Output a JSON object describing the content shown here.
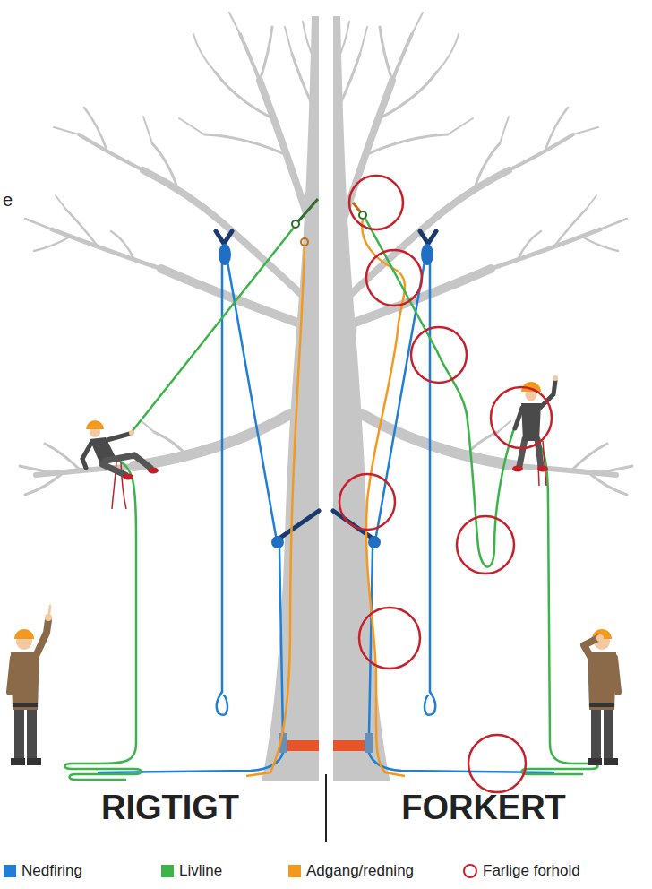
{
  "diagram": {
    "labels": [
      "e",
      "RIGTIGT",
      "FORKERT"
    ],
    "legend": [
      {
        "text": "Nedfiring",
        "color": "#1f7ed6"
      },
      {
        "text": "Livline",
        "color": "#3cb44a"
      },
      {
        "text": "Adgang/redning",
        "color": "#f39a1e"
      },
      {
        "text": "Farlige forhold"
      }
    ]
  }
}
